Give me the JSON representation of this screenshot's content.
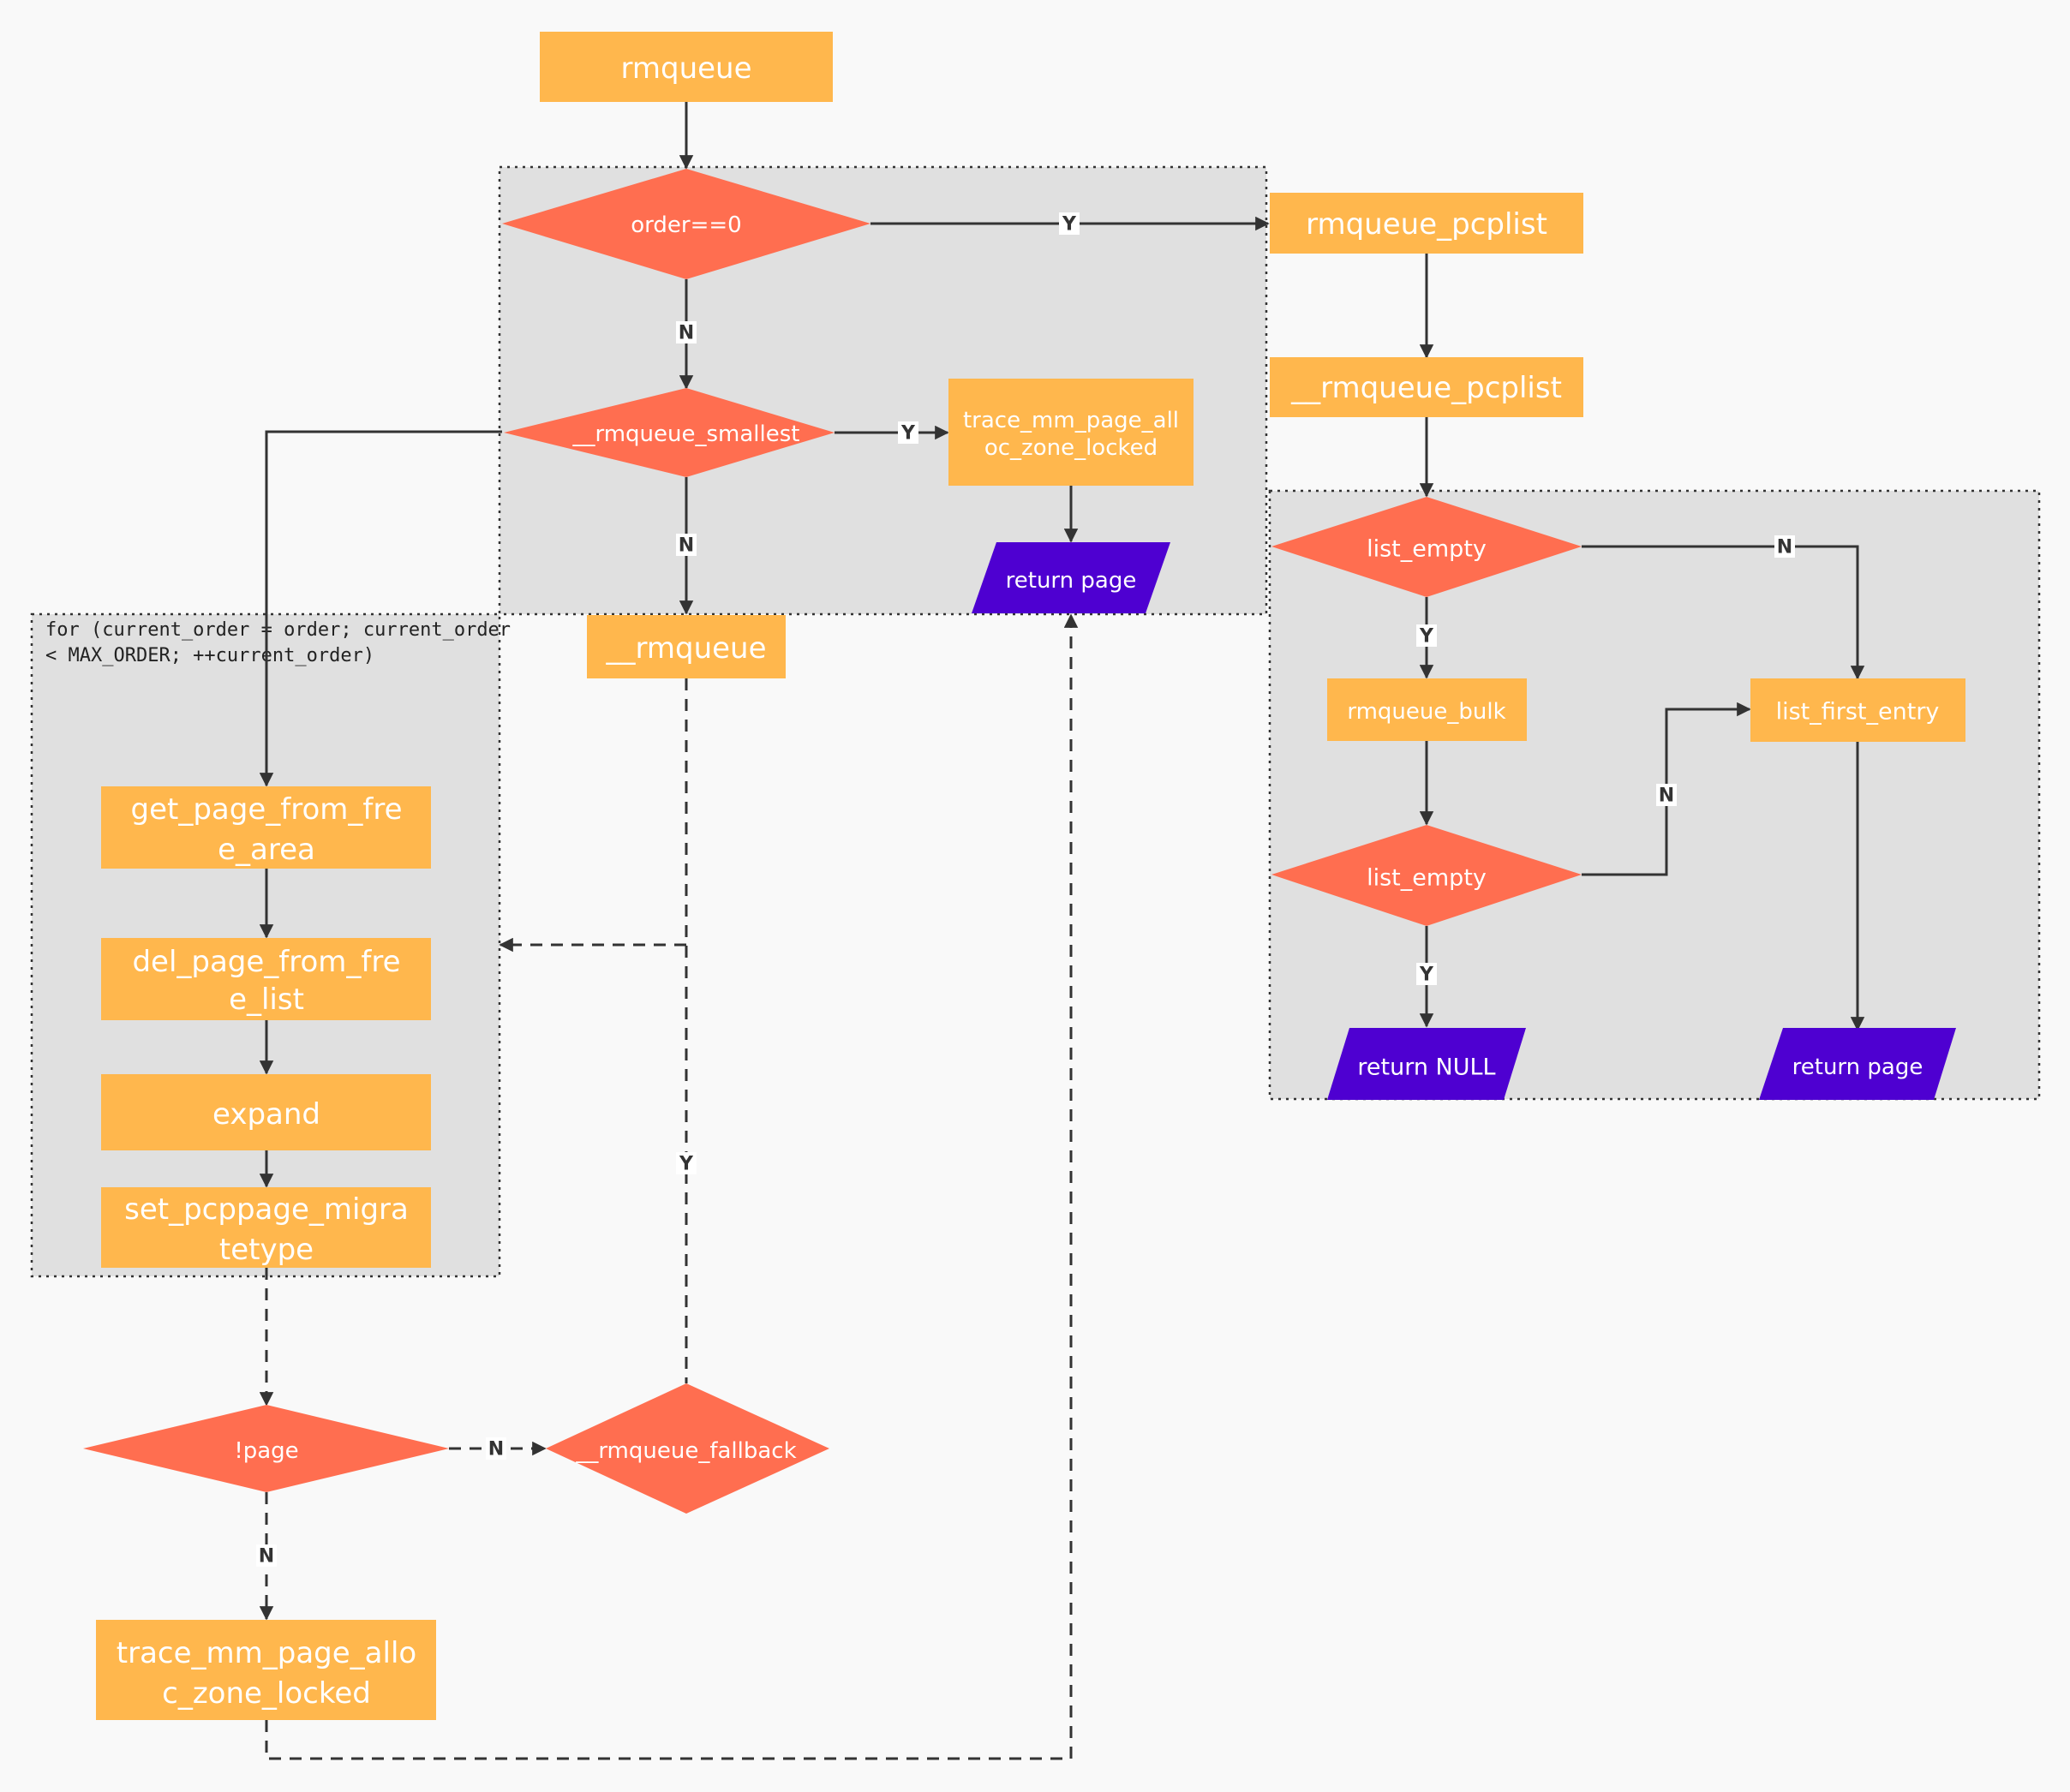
{
  "nodes": {
    "rmqueue": "rmqueue",
    "order_check": "order==0",
    "rmqueue_pcplist": "rmqueue_pcplist",
    "rmqueue_pcplist_inner": "__rmqueue_pcplist",
    "rmqueue_smallest": "__rmqueue_smallest",
    "trace_top_line1": "trace_mm_page_all",
    "trace_top_line2": "oc_zone_locked",
    "return_page_top": "return page",
    "rmqueue_inner": "__rmqueue",
    "get_page_line1": "get_page_from_fre",
    "get_page_line2": "e_area",
    "del_page_line1": "del_page_from_fre",
    "del_page_line2": "e_list",
    "expand": "expand",
    "set_pcp_line1": "set_pcppage_migra",
    "set_pcp_line2": "tetype",
    "not_page": "!page",
    "rmqueue_fallback": "__rmqueue_fallback",
    "trace_bottom_line1": "trace_mm_page_allo",
    "trace_bottom_line2": "c_zone_locked",
    "list_empty_1": "list_empty",
    "rmqueue_bulk": "rmqueue_bulk",
    "list_empty_2": "list_empty",
    "list_first_entry": "list_first_entry",
    "return_null": "return NULL",
    "return_page_right": "return page"
  },
  "loop_group": {
    "line1": "for (current_order = order; current_order",
    "line2": "< MAX_ORDER; ++current_order)"
  },
  "edge_labels": {
    "order_yes": "Y",
    "order_no": "N",
    "smallest_yes": "Y",
    "smallest_no": "N",
    "fallback_yes": "Y",
    "page_no_fallback": "N",
    "page_no_trace": "N",
    "list_empty1_no": "N",
    "list_empty1_yes": "Y",
    "list_empty2_no": "N",
    "list_empty2_yes": "Y"
  },
  "colors": {
    "background": "#f9f9f9",
    "group_fill": "#e0e0e0",
    "process": "#ffb74d",
    "decision": "#ff6e50",
    "terminal": "#4e00d1",
    "edge": "#333333"
  }
}
